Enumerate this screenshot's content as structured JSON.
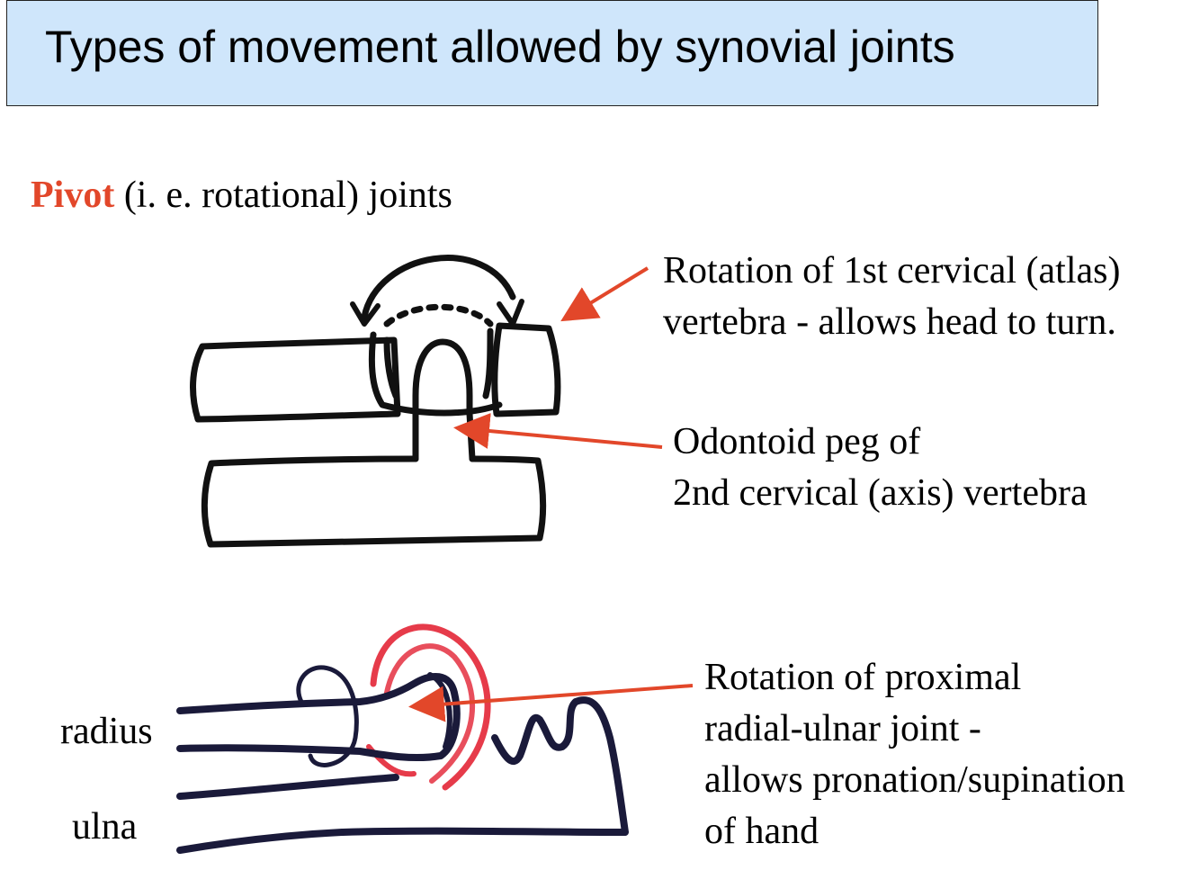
{
  "title": "Types of movement allowed by synovial joints",
  "heading": {
    "accent": "Pivot",
    "rest": " (i. e. rotational) joints"
  },
  "labels": {
    "atlas": {
      "line1": "Rotation of 1st cervical (atlas)",
      "line2": "vertebra - allows head to turn."
    },
    "axis": {
      "line1": "Odontoid peg of",
      "line2": "2nd cervical (axis) vertebra"
    },
    "radial_ulnar": {
      "line1": "Rotation of proximal",
      "line2": "radial-ulnar joint -",
      "line3": "allows pronation/supination",
      "line4": "of hand"
    },
    "radius": "radius",
    "ulna": "ulna"
  },
  "colors": {
    "title_bg": "#cfe6fb",
    "accent": "#e2472a",
    "arrow": "#e2472a",
    "bone_ink": "#1a1a2e",
    "pink_ink": "#e63b4a"
  }
}
